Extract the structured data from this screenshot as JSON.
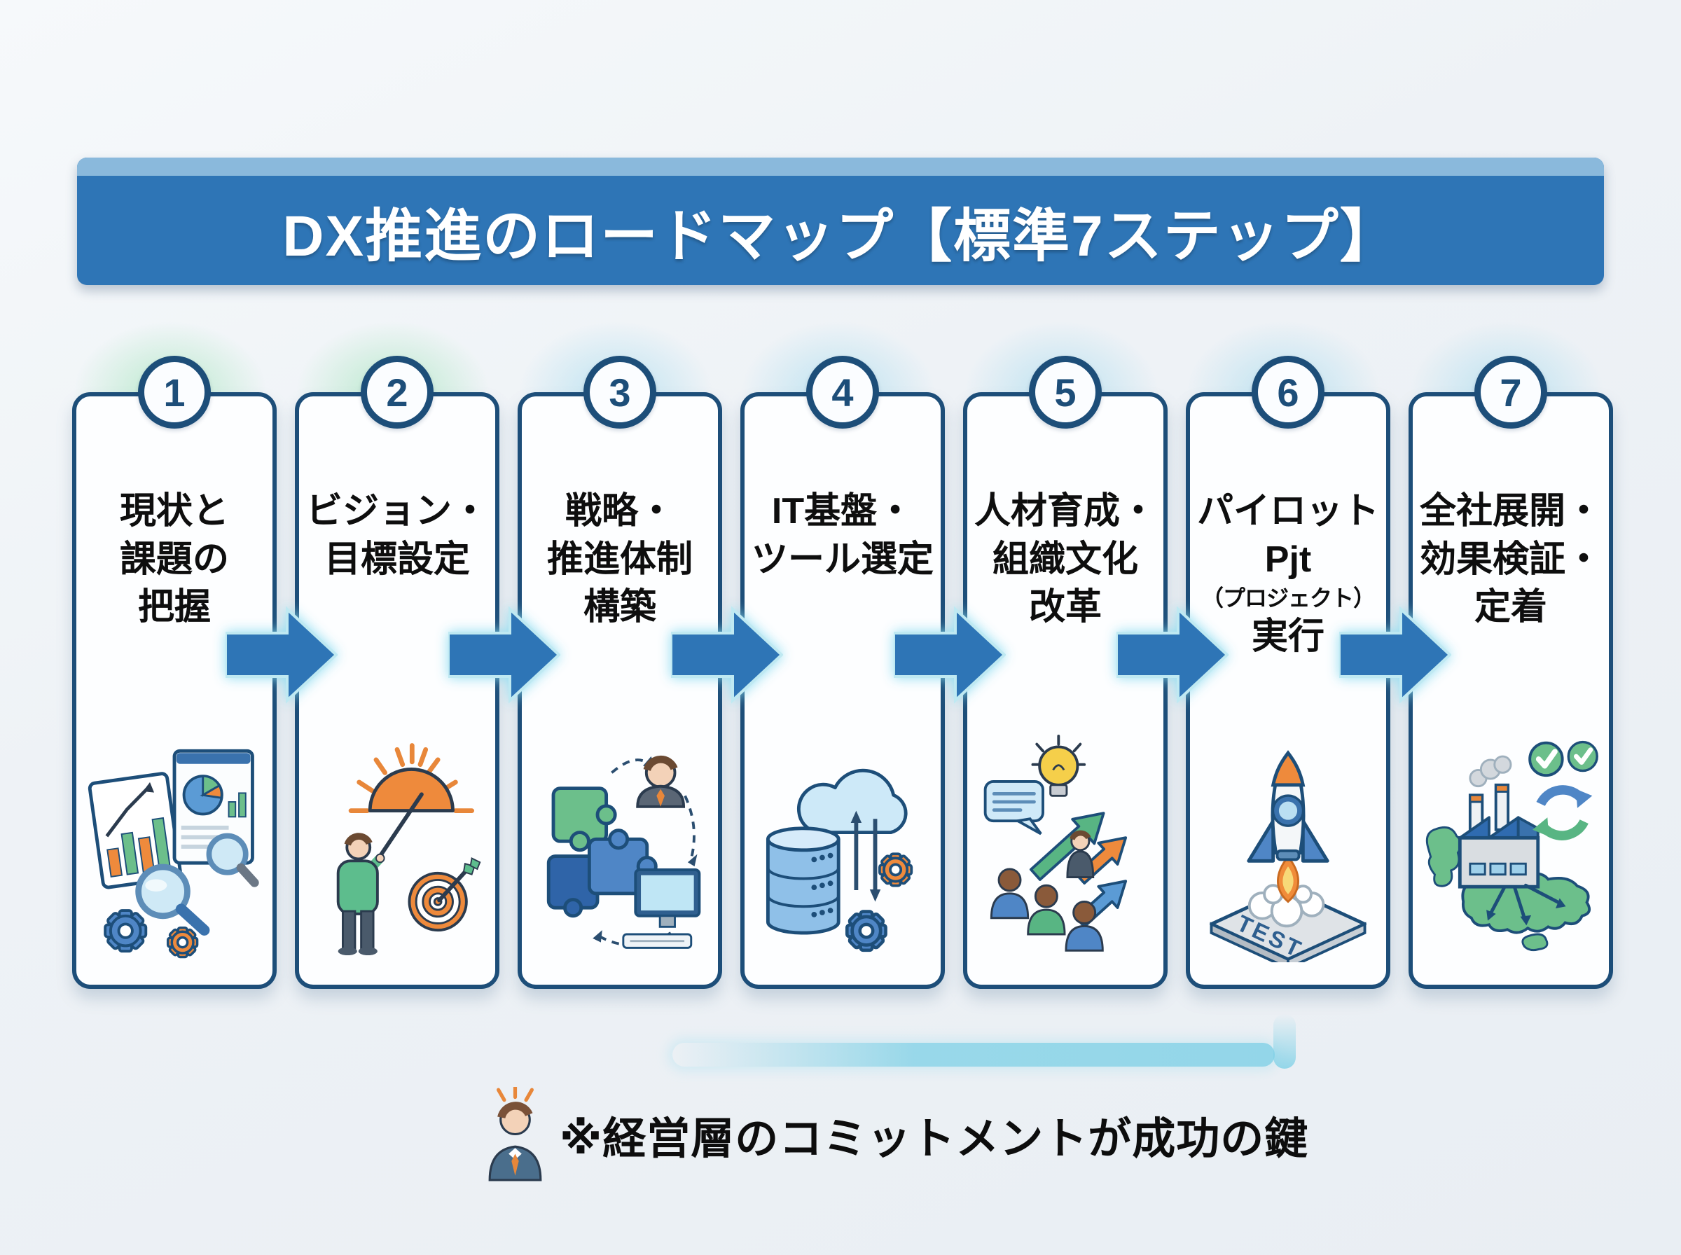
{
  "title": "DX推進のロードマップ【標準7ステップ】",
  "steps": [
    {
      "number": "1",
      "lines": [
        "現状と",
        "課題の",
        "把握"
      ],
      "icon": "analysis-charts"
    },
    {
      "number": "2",
      "lines": [
        "ビジョン・",
        "目標設定"
      ],
      "icon": "vision-sun-target"
    },
    {
      "number": "3",
      "lines": [
        "戦略・",
        "推進体制",
        "構築"
      ],
      "icon": "strategy-puzzle-team"
    },
    {
      "number": "4",
      "lines": [
        "IT基盤・",
        "ツール選定"
      ],
      "icon": "cloud-database-gears"
    },
    {
      "number": "5",
      "lines": [
        "人材育成・",
        "組織文化",
        "改革"
      ],
      "icon": "people-idea-growth"
    },
    {
      "number": "6",
      "lines": [
        "パイロット",
        "Pjt",
        "（プロジェクト）",
        "実行"
      ],
      "icon": "rocket-test-launch",
      "icon_label": "TEST"
    },
    {
      "number": "7",
      "lines": [
        "全社展開・",
        "効果検証・",
        "定着"
      ],
      "icon": "global-rollout-checks"
    }
  ],
  "note": {
    "text": "※経営層のコミットメントが成功の鍵",
    "icon": "executive-person"
  },
  "colors": {
    "banner_blue": "#2e75b6",
    "banner_top_strip": "#8ab9dc",
    "card_border_navy": "#1d4e79",
    "arrow_blue": "#2e75b6",
    "glow_green": "#97e2b2",
    "glow_cyan": "#96d6ec",
    "accent_orange": "#ee8a3c",
    "accent_green": "#5dbd8d",
    "background": "#edf1f5",
    "text_black": "#0e0e0e"
  }
}
